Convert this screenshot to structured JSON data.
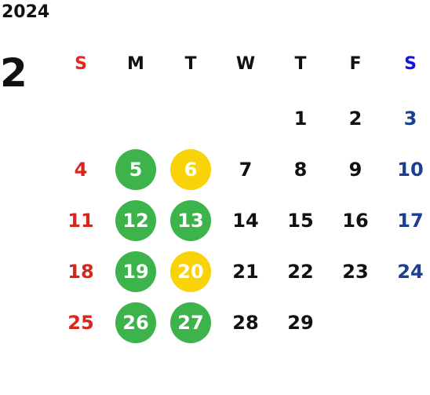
{
  "calendar": {
    "year": "2024",
    "month": "2",
    "weekdays": [
      {
        "label": "S",
        "color": "#e8241c"
      },
      {
        "label": "M",
        "color": "#111111"
      },
      {
        "label": "T",
        "color": "#111111"
      },
      {
        "label": "W",
        "color": "#111111"
      },
      {
        "label": "T",
        "color": "#111111"
      },
      {
        "label": "F",
        "color": "#111111"
      },
      {
        "label": "S",
        "color": "#1414e0"
      }
    ],
    "colors": {
      "sunday": "#d9261c",
      "saturday": "#1c3f8f",
      "weekday": "#111111",
      "green_highlight": "#3cb44b",
      "yellow_highlight": "#f7d308",
      "highlight_text": "#ffffff"
    },
    "weeks": [
      [
        null,
        null,
        null,
        null,
        {
          "day": "1"
        },
        {
          "day": "2"
        },
        {
          "day": "3"
        }
      ],
      [
        {
          "day": "4"
        },
        {
          "day": "5",
          "mark": "green"
        },
        {
          "day": "6",
          "mark": "yellow"
        },
        {
          "day": "7"
        },
        {
          "day": "8"
        },
        {
          "day": "9"
        },
        {
          "day": "10"
        }
      ],
      [
        {
          "day": "11"
        },
        {
          "day": "12",
          "mark": "green"
        },
        {
          "day": "13",
          "mark": "green"
        },
        {
          "day": "14"
        },
        {
          "day": "15"
        },
        {
          "day": "16"
        },
        {
          "day": "17"
        }
      ],
      [
        {
          "day": "18"
        },
        {
          "day": "19",
          "mark": "green"
        },
        {
          "day": "20",
          "mark": "yellow"
        },
        {
          "day": "21"
        },
        {
          "day": "22"
        },
        {
          "day": "23"
        },
        {
          "day": "24"
        }
      ],
      [
        {
          "day": "25"
        },
        {
          "day": "26",
          "mark": "green"
        },
        {
          "day": "27",
          "mark": "green"
        },
        {
          "day": "28"
        },
        {
          "day": "29"
        },
        null,
        null
      ]
    ]
  }
}
